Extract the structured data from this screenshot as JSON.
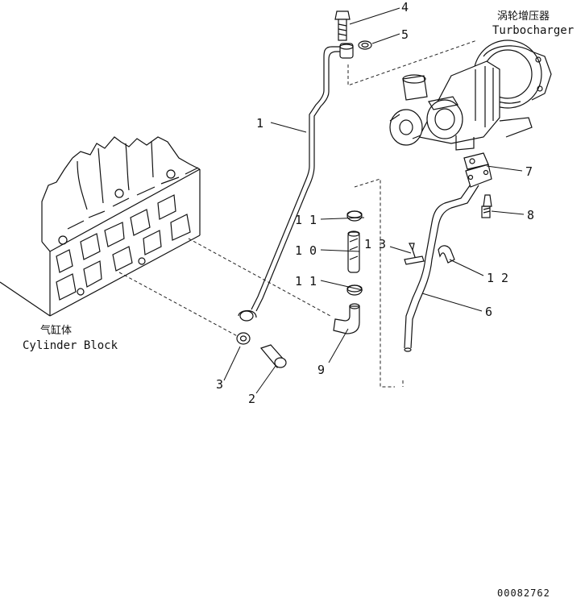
{
  "captions": {
    "turbo_cn": "涡轮增压器",
    "turbo_en": "Turbocharger",
    "block_cn": "气缸体",
    "block_en": "Cylinder Block"
  },
  "callouts": [
    {
      "id": "1",
      "text": "1"
    },
    {
      "id": "2",
      "text": "2"
    },
    {
      "id": "3",
      "text": "3"
    },
    {
      "id": "4",
      "text": "4"
    },
    {
      "id": "5",
      "text": "5"
    },
    {
      "id": "6",
      "text": "6"
    },
    {
      "id": "7",
      "text": "7"
    },
    {
      "id": "8",
      "text": "8"
    },
    {
      "id": "9",
      "text": "9"
    },
    {
      "id": "10",
      "text": "1 0"
    },
    {
      "id": "11a",
      "text": "1 1"
    },
    {
      "id": "11b",
      "text": "1 1"
    },
    {
      "id": "12",
      "text": "1 2"
    },
    {
      "id": "13",
      "text": "1 3"
    }
  ],
  "drawing_number": "00082762"
}
